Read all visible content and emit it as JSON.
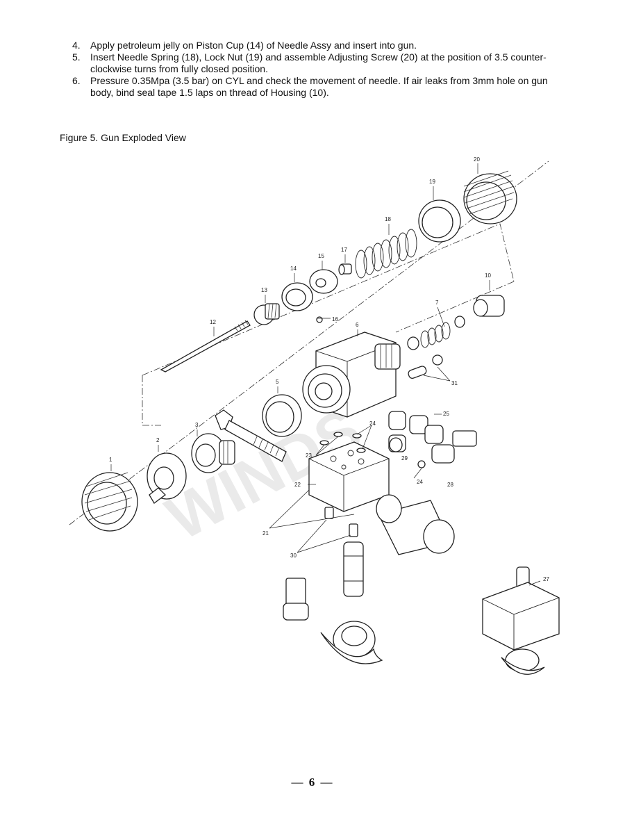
{
  "steps": [
    {
      "num": "4.",
      "text": "Apply petroleum jelly on Piston Cup (14) of Needle Assy and insert into gun."
    },
    {
      "num": "5.",
      "text": "Insert Needle Spring (18), Lock Nut (19) and assemble Adjusting Screw (20) at the position of 3.5 counter-clockwise turns from fully closed position."
    },
    {
      "num": "6.",
      "text": "Pressure 0.35Mpa (3.5 bar) on CYL and check the movement of needle.    If air leaks from 3mm hole on gun body, bind seal tape 1.5 laps on thread of Housing (10)."
    }
  ],
  "figure": {
    "caption": "Figure 5. Gun Exploded View",
    "watermark": "WINDS",
    "part_labels": {
      "p1": "1",
      "p2": "2",
      "p3": "3",
      "p5": "5",
      "p6": "6",
      "p7": "7",
      "p10": "10",
      "p12": "12",
      "p13": "13",
      "p14": "14",
      "p15": "15",
      "p16": "16",
      "p17": "17",
      "p18": "18",
      "p19": "19",
      "p20": "20",
      "p21": "21",
      "p22": "22",
      "p23": "23",
      "p24a": "24",
      "p24b": "24",
      "p25": "25",
      "p27": "27",
      "p28": "28",
      "p29": "29",
      "p30": "30",
      "p31": "31"
    }
  },
  "page_number": "— 6 —"
}
